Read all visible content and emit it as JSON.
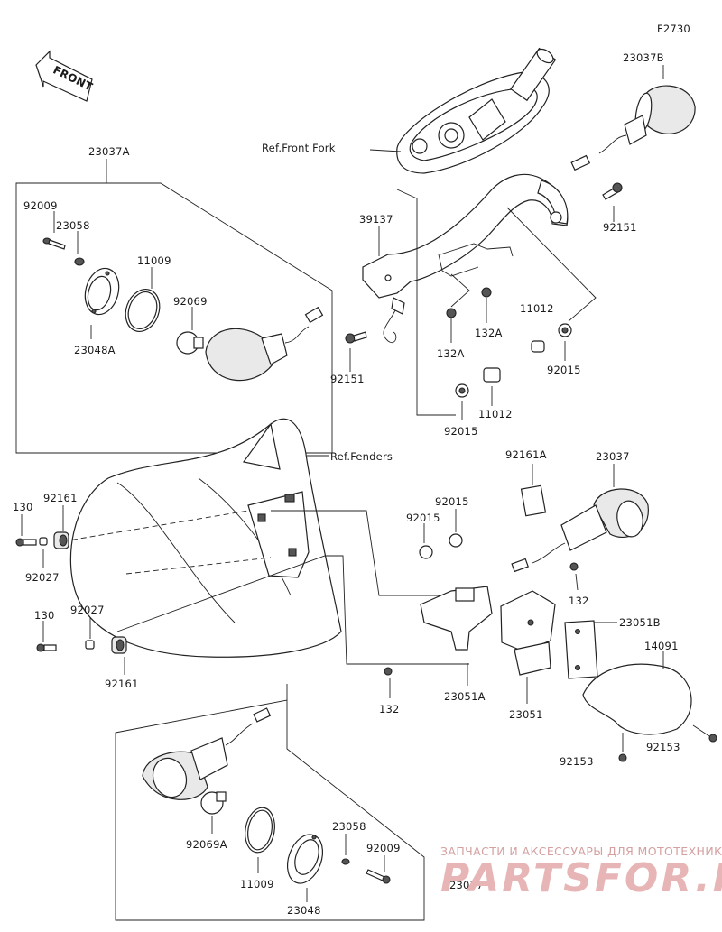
{
  "figure_code": "F2730",
  "front_label": "FRONT",
  "ref_labels": {
    "front_fork": "Ref.Front Fork",
    "fenders": "Ref.Fenders"
  },
  "callouts": {
    "a23037B": "23037B",
    "a92151_top": "92151",
    "a23037A": "23037A",
    "a92009_top": "92009",
    "a23058_top": "23058",
    "a11009_top": "11009",
    "a92069": "92069",
    "a23048A": "23048A",
    "a39137": "39137",
    "a132A_1": "132A",
    "a132A_2": "132A",
    "a11012_1": "11012",
    "a92015_1": "92015",
    "a92151_mid": "92151",
    "a92015_2": "92015",
    "a11012_2": "11012",
    "a92161A": "92161A",
    "a23037": "23037",
    "a130_1": "130",
    "a92161_1": "92161",
    "a92027_1": "92027",
    "a92015_3": "92015",
    "a92015_4": "92015",
    "a132_1": "132",
    "a23051B": "23051B",
    "a130_2": "130",
    "a92027_2": "92027",
    "a14091": "14091",
    "a92161_2": "92161",
    "a132_2": "132",
    "a23051A": "23051A",
    "a23051": "23051",
    "a92153_1": "92153",
    "a92153_2": "92153",
    "a23058_bot": "23058",
    "a92069A": "92069A",
    "a92009_bot": "92009",
    "a11009_bot": "11009",
    "a23048": "23048",
    "a23037_bot": "23037"
  },
  "watermark": {
    "line1": "ЗАПЧАСТИ И АКСЕССУАРЫ ДЛЯ МОТОТЕХНИКИ",
    "line2": "PARTSFOR.RU"
  },
  "colors": {
    "line": "#222222",
    "watermark": "#e7b5b5"
  }
}
